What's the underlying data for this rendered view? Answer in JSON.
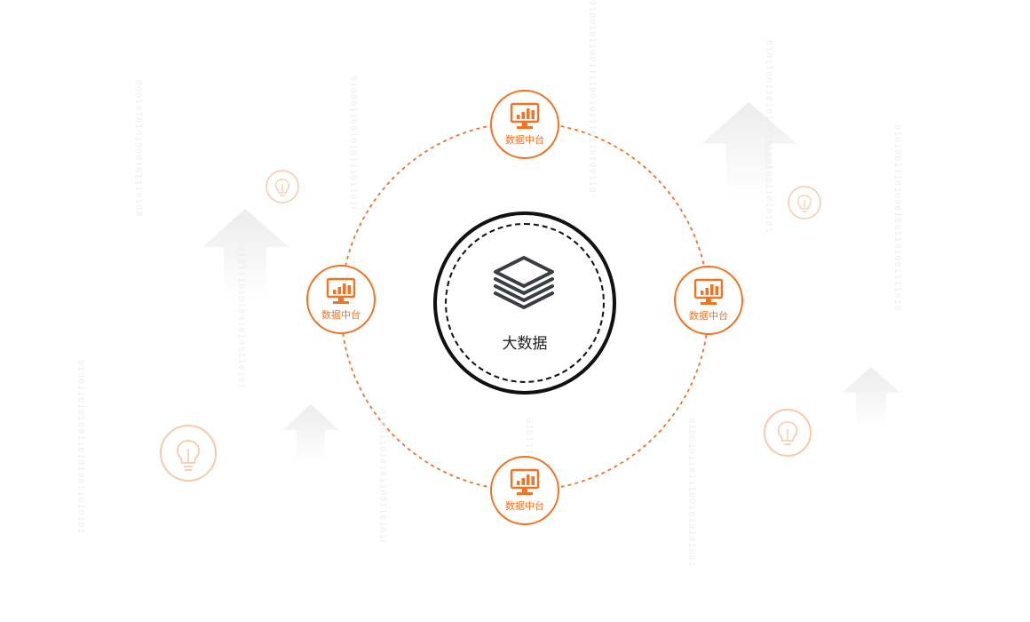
{
  "center": {
    "label": "大数据",
    "icon": "layers-stack-icon"
  },
  "nodes": [
    {
      "label": "数据中台",
      "icon": "monitor-bar-chart-icon"
    },
    {
      "label": "数据中台",
      "icon": "monitor-bar-chart-icon"
    },
    {
      "label": "数据中台",
      "icon": "monitor-bar-chart-icon"
    },
    {
      "label": "数据中台",
      "icon": "monitor-bar-chart-icon"
    }
  ],
  "background": {
    "binary_strings": [
      "010100111010001001101001111010",
      "01001011001111001011101101001101",
      "0101100110101001010010111010101",
      "0100101101110010101010011001011",
      "0001010101000101110100110",
      "010001100101011101101011010101",
      "0110111010100101001101010",
      "0100110101001101010011010101",
      "01001101010110011010100101",
      "0101110011010101011001"
    ],
    "decor_icons": [
      "lightbulb-icon",
      "up-arrow-icon"
    ]
  },
  "colors": {
    "accent": "#f27321",
    "dark": "#111111",
    "faint": "#eeeeee"
  }
}
